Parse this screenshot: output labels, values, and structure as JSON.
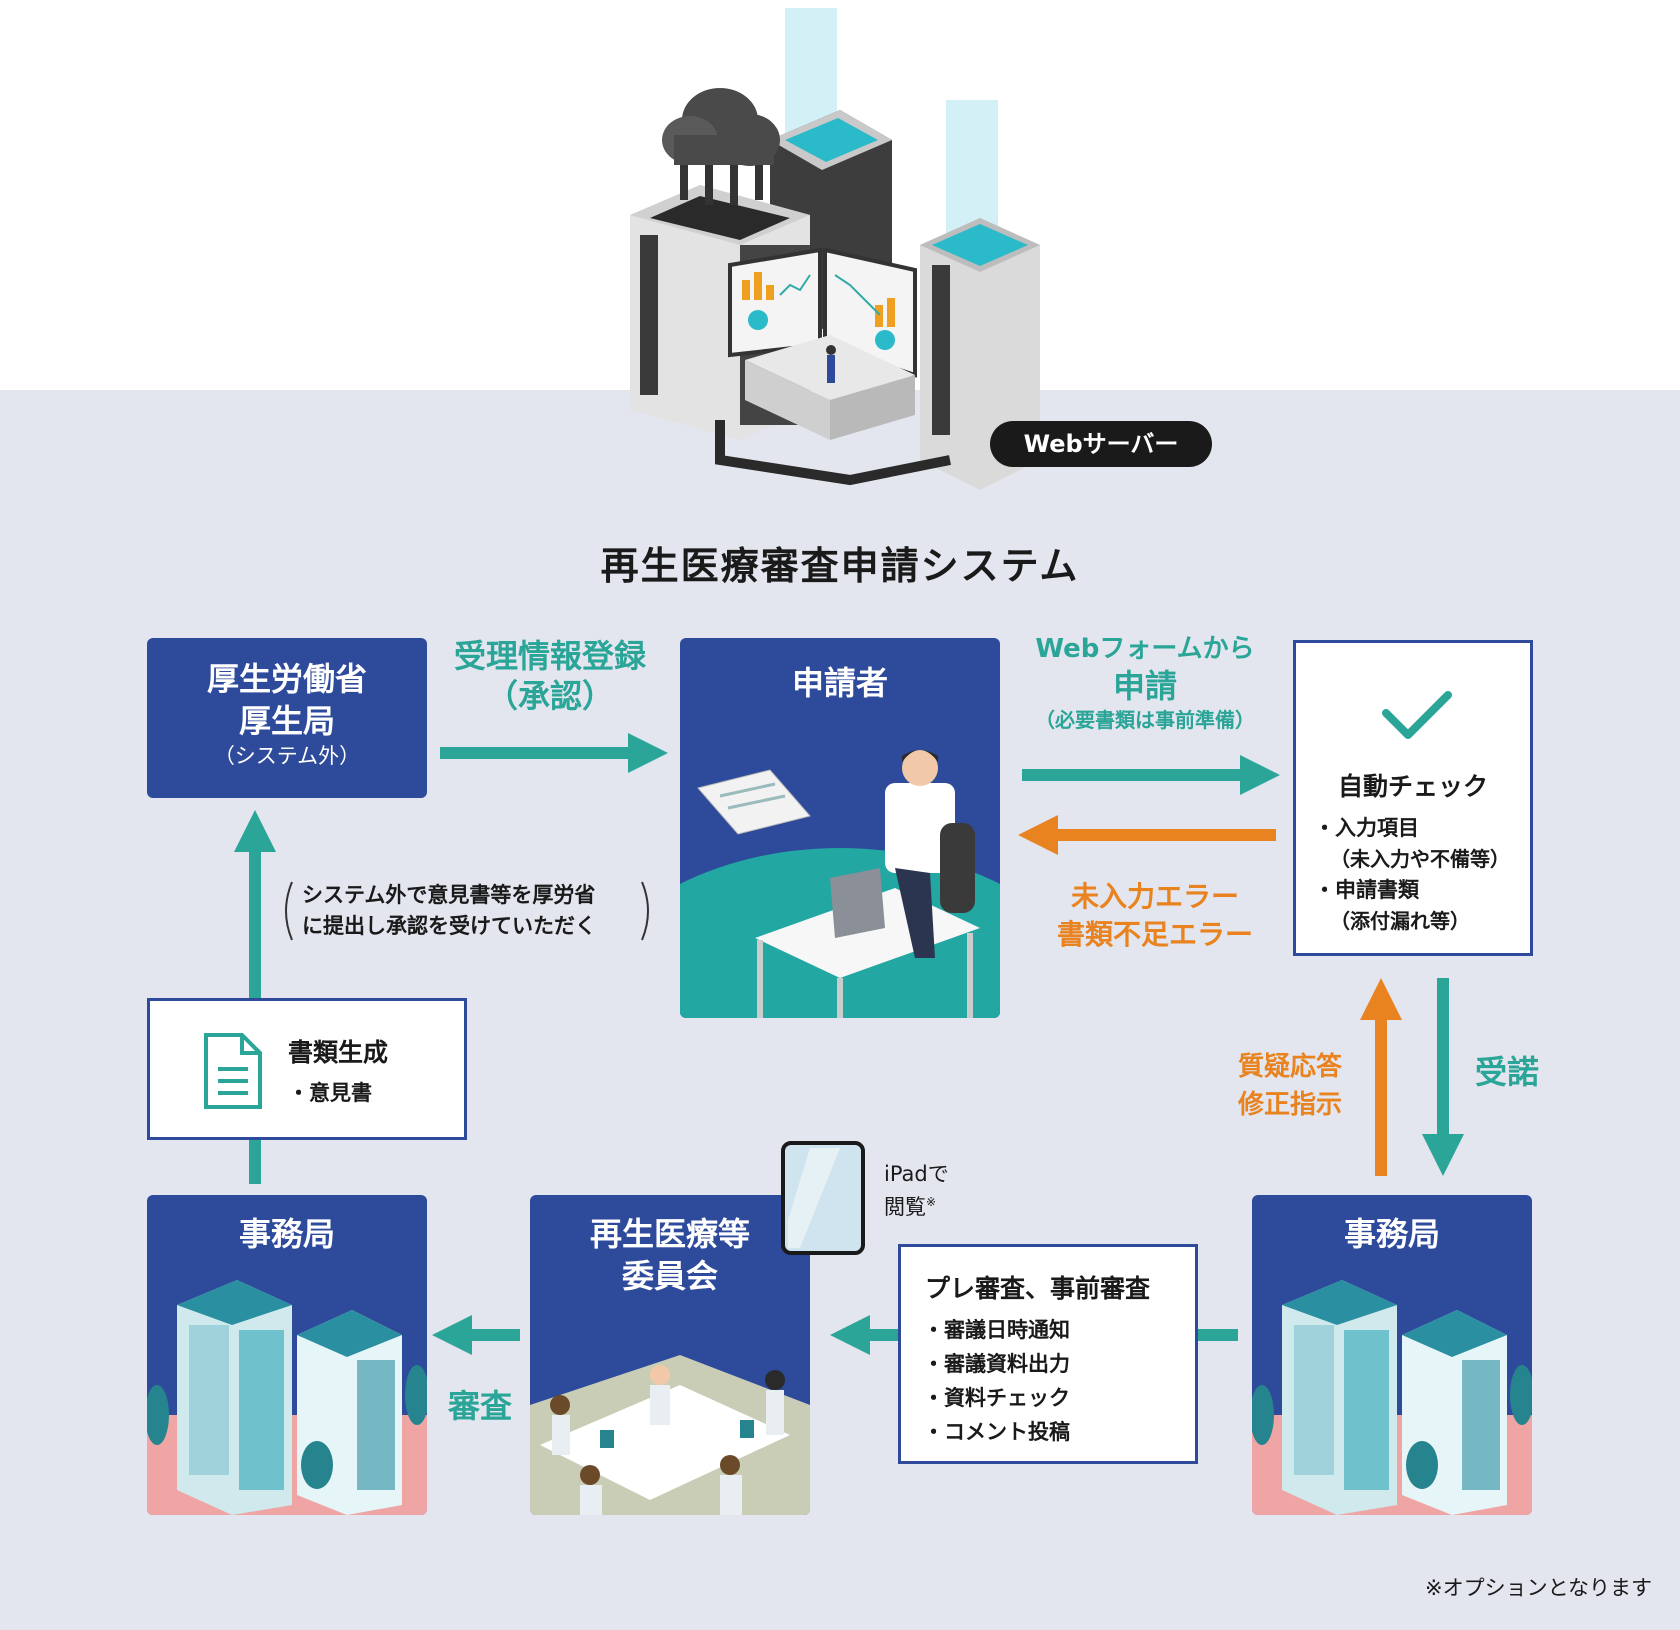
{
  "server": {
    "badge": "Webサーバー",
    "icon": "cloud-server-icon"
  },
  "main_title": "再生医療審査申請システム",
  "mhlw": {
    "line1": "厚生労働省",
    "line2": "厚生局",
    "note": "（システム外）"
  },
  "approval_label": {
    "line1": "受理情報登録",
    "line2": "（承認）"
  },
  "applicant": {
    "title": "申請者"
  },
  "web_form_label": {
    "line1": "Webフォームから",
    "line2": "申請",
    "line3": "（必要書類は事前準備）"
  },
  "auto_check": {
    "title": "自動チェック",
    "items": [
      {
        "main": "・入力項目",
        "sub": "（未入力や不備等）"
      },
      {
        "main": "・申請書類",
        "sub": "（添付漏れ等）"
      }
    ]
  },
  "error_label": {
    "line1": "未入力エラー",
    "line2": "書類不足エラー"
  },
  "outside_note": {
    "line1": "システム外で意見書等を厚労省",
    "line2": "に提出し承認を受けていただく"
  },
  "docgen": {
    "title": "書類生成",
    "item": "・意見書"
  },
  "qa_label": {
    "line1": "質疑応答",
    "line2": "修正指示"
  },
  "accept_label": "受諾",
  "office_left": {
    "title": "事務局"
  },
  "office_right": {
    "title": "事務局"
  },
  "committee": {
    "line1": "再生医療等",
    "line2": "委員会"
  },
  "ipad_note": {
    "line1": "iPadで",
    "line2": "閲覧",
    "mark": "※"
  },
  "review_label": "審査",
  "pre_review": {
    "title": "プレ審査、事前審査",
    "items": [
      "・審議日時通知",
      "・審議資料出力",
      "・資料チェック",
      "・コメント投稿"
    ]
  },
  "footnote": "※オプションとなります",
  "colors": {
    "navy": "#2e4a9b",
    "teal": "#2aa598",
    "orange": "#e8831f",
    "background": "#e3e6ef"
  }
}
